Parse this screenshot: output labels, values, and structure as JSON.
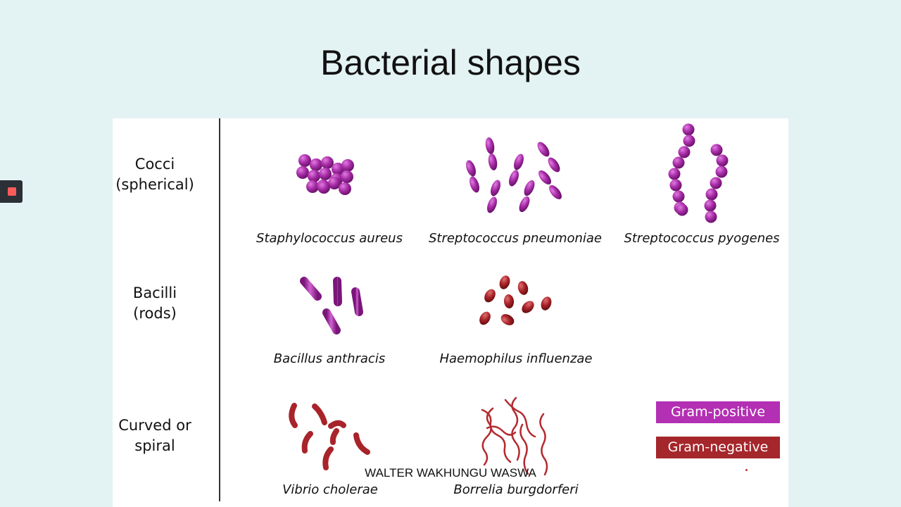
{
  "slide": {
    "title": "Bacterial shapes",
    "credit": "WALTER WAKHUNGU WASWA"
  },
  "rows": [
    {
      "label_line1": "Cocci",
      "label_line2": "(spherical)"
    },
    {
      "label_line1": "Bacilli",
      "label_line2": "(rods)"
    },
    {
      "label_line1": "Curved or",
      "label_line2": "spiral"
    }
  ],
  "species": {
    "staph": "Staphylococcus aureus",
    "strep_pneu": "Streptococcus pneumoniae",
    "strep_pyo": "Streptococcus pyogenes",
    "bacillus": "Bacillus anthracis",
    "haemophilus": "Haemophilus influenzae",
    "vibrio": "Vibrio cholerae",
    "borrelia": "Borrelia burgdorferi"
  },
  "legend": {
    "positive": {
      "label": "Gram-positive",
      "color": "#b32fb3"
    },
    "negative": {
      "label": "Gram-negative",
      "color": "#a5262b"
    }
  },
  "colors": {
    "purple": "#a62ca6",
    "red": "#a8242a"
  },
  "icons": {
    "record": "record-stop-icon"
  }
}
